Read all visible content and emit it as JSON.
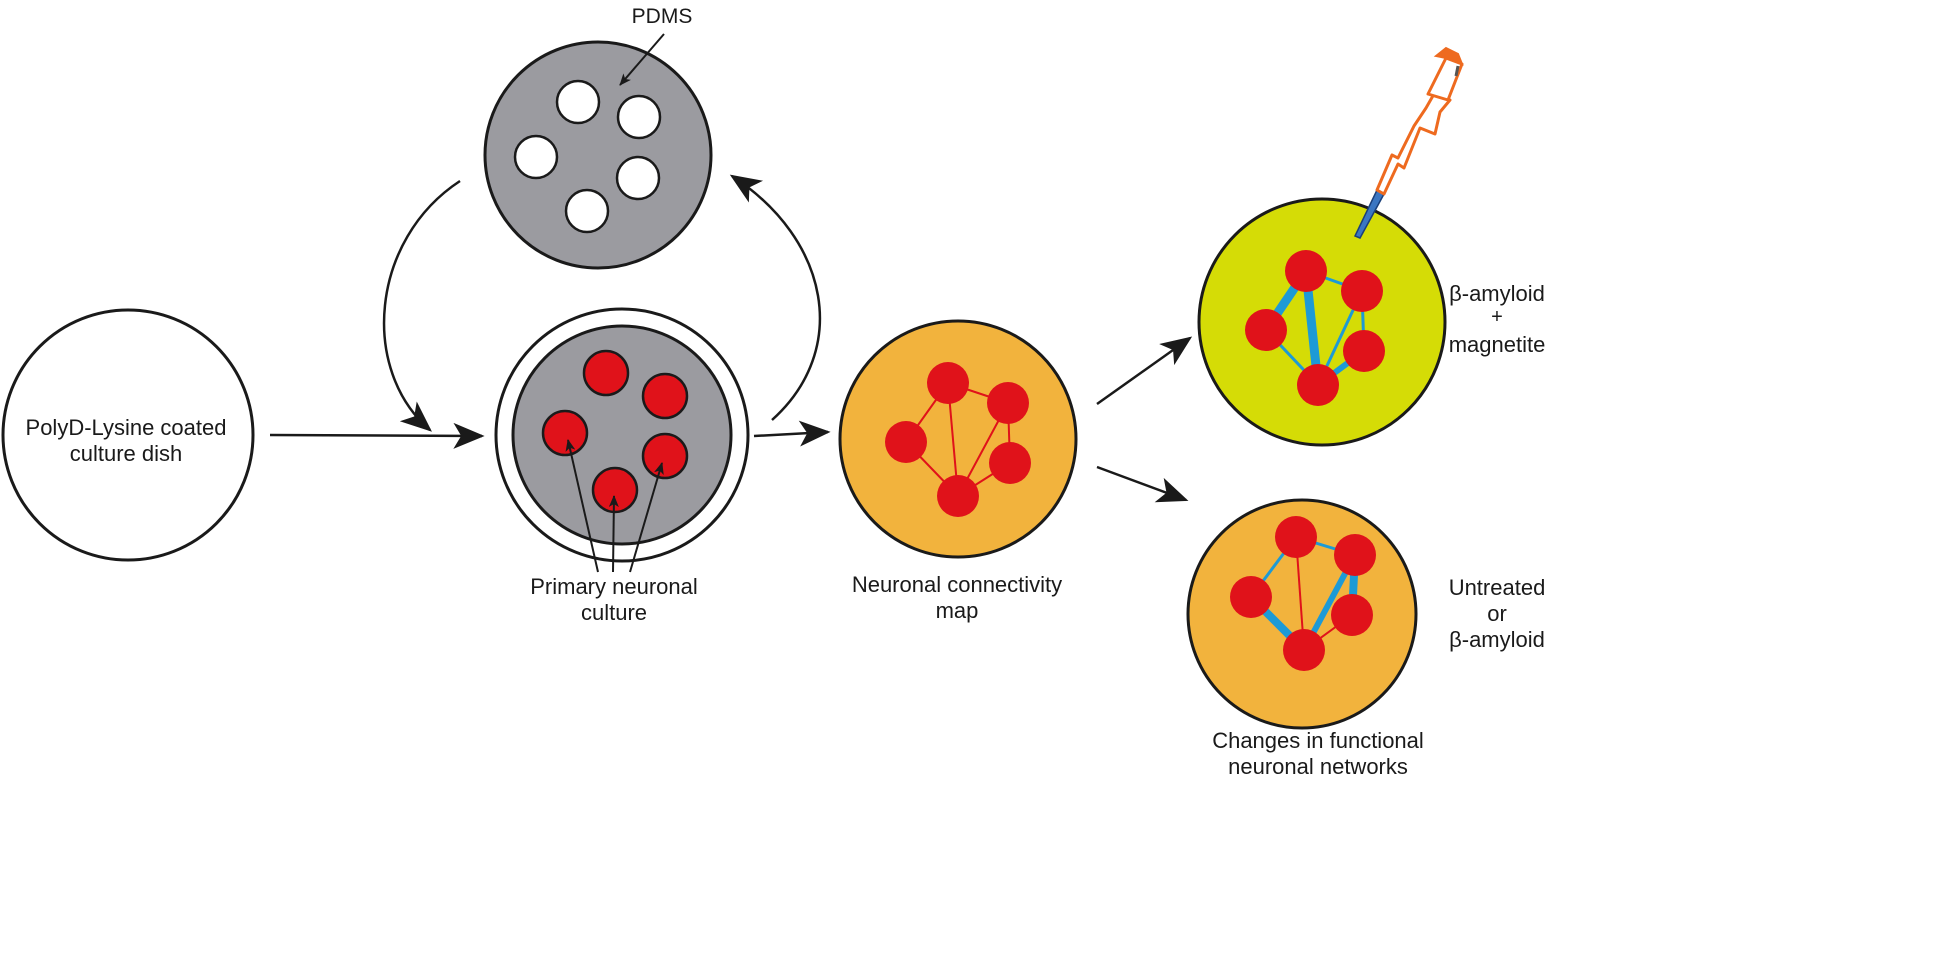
{
  "labels": {
    "pdms": "PDMS",
    "coated_dish_line1": "PolyD-Lysine coated",
    "coated_dish_line2": "culture dish",
    "primary_culture_line1": "Primary neuronal",
    "primary_culture_line2": "culture",
    "connectivity_line1": "Neuronal connectivity",
    "connectivity_line2": "map",
    "treated_line1": "β-amyloid",
    "treated_line2": "+",
    "treated_line3": "magnetite",
    "untreated_line1": "Untreated",
    "untreated_line2": "or",
    "untreated_line3": "β-amyloid",
    "changes_line1": "Changes in functional",
    "changes_line2": "neuronal networks"
  },
  "colors": {
    "dish_gray": "#9b9ba0",
    "neuron_red": "#e0121a",
    "connectivity_orange": "#f2b33d",
    "treated_yellow": "#d5dc06",
    "link_blue": "#1d9ad6",
    "pipette_orange": "#ee6a1f",
    "tip_blue": "#3b76c2"
  }
}
